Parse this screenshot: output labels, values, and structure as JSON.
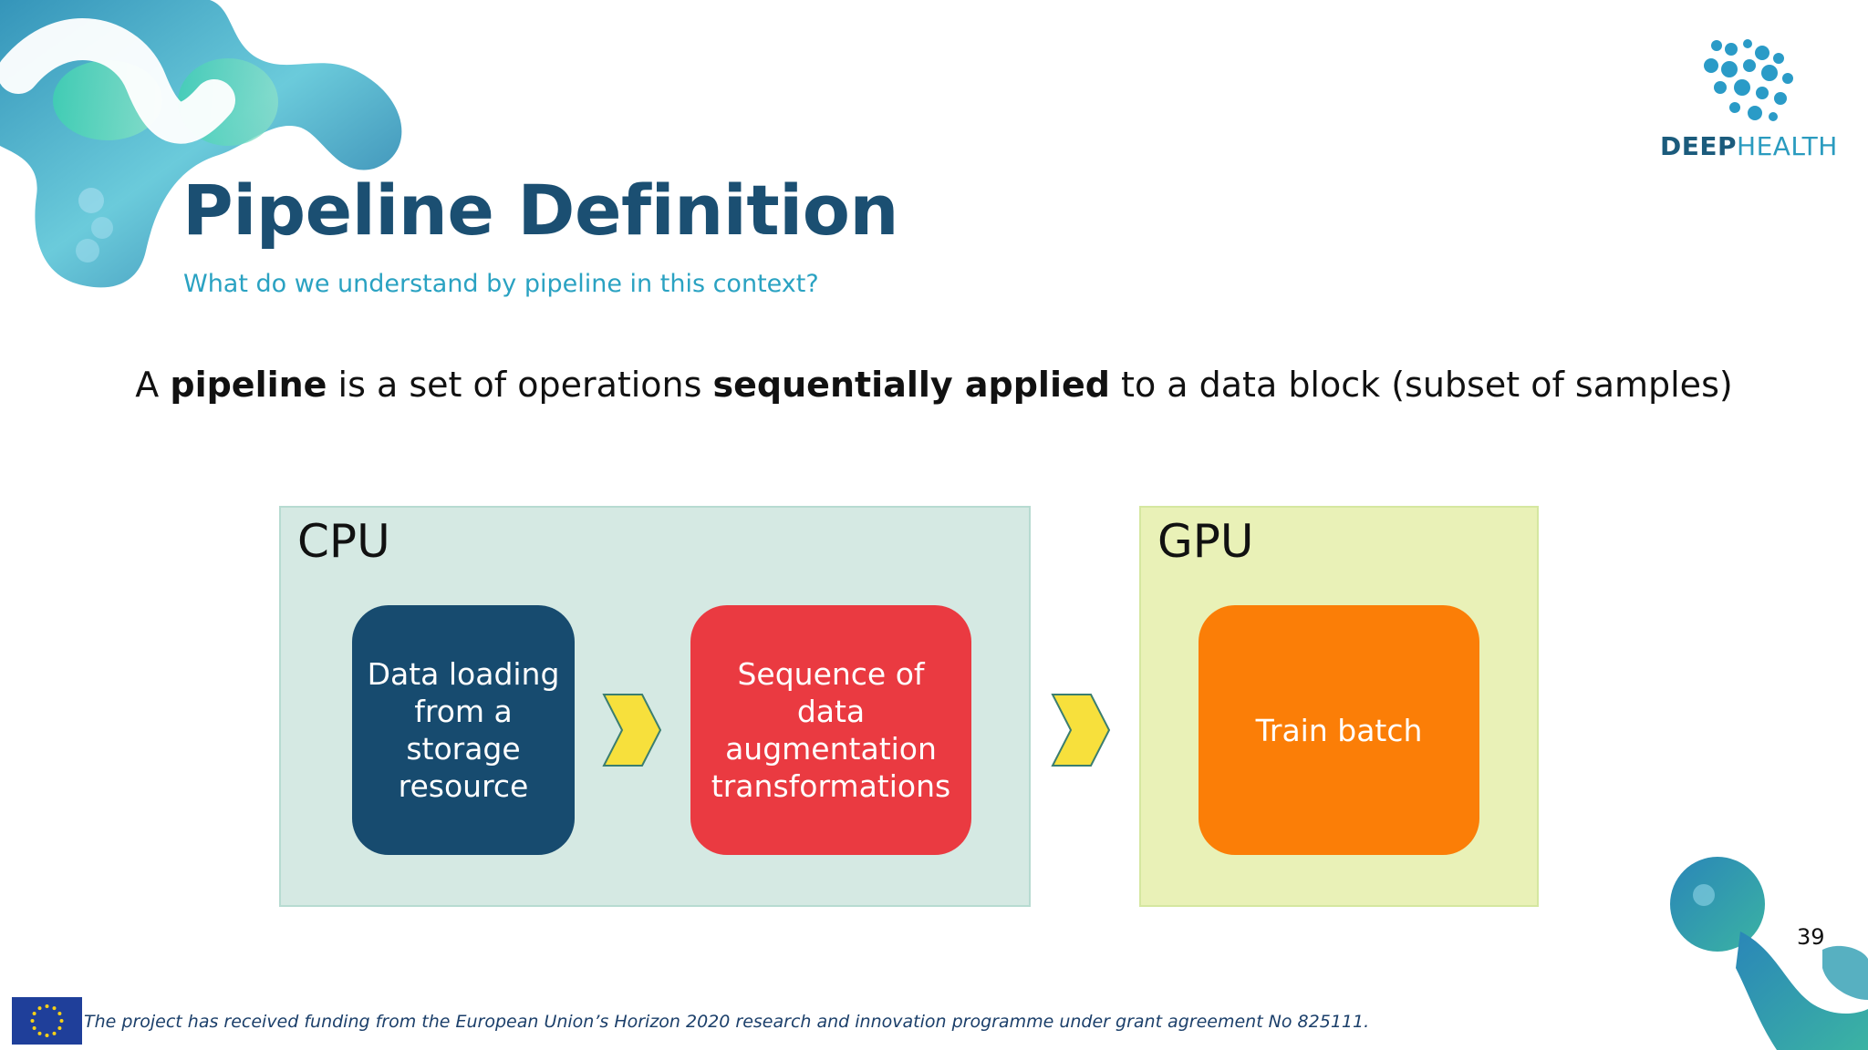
{
  "slide": {
    "title": "Pipeline Definition",
    "subtitle": "What do we understand by pipeline in this context?",
    "statement": {
      "part1": "A ",
      "bold1": "pipeline",
      "part2": " is a set of operations ",
      "bold2": "sequentially applied",
      "part3": " to a data block (subset of samples)"
    },
    "page_number": "39",
    "footer": "The project has received funding from the European Union’s Horizon 2020 research and innovation programme under grant agreement No 825111."
  },
  "logo": {
    "deep": "DEEP",
    "health": "HEALTH"
  },
  "diagram": {
    "cpu_label": "CPU",
    "gpu_label": "GPU",
    "step_data_loading": "Data loading from a storage resource",
    "step_augmentation": "Sequence of data augmentation transformations",
    "step_train": "Train batch"
  },
  "colors": {
    "title": "#1b4f72",
    "subtitle": "#2aa2c2",
    "cpu_panel": "#d5e9e3",
    "gpu_panel": "#e9f1b7",
    "data_loading_box": "#174b6f",
    "augmentation_box": "#ea3a41",
    "train_box": "#fb7e07",
    "chevron": "#f7e03c"
  },
  "icons": [
    "chevron-right-icon",
    "eu-flag-icon",
    "deephealth-logo-icon"
  ]
}
